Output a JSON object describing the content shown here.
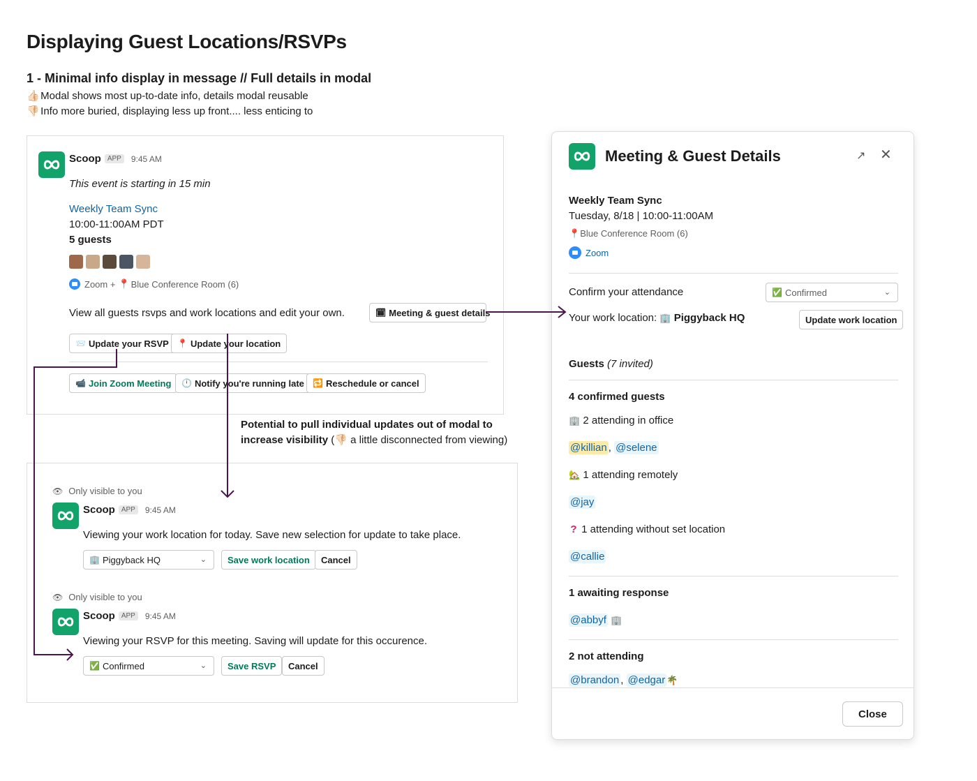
{
  "header": {
    "title": "Displaying Guest Locations/RSVPs",
    "option_title": "1 - Minimal info display in message // Full details in modal",
    "pro": "Modal shows most up-to-date info, details modal reusable",
    "con": "Info more buried, displaying less up front.... less enticing to",
    "pro_icon": "👍🏻",
    "con_icon": "👎🏻"
  },
  "message": {
    "app_name": "Scoop",
    "app_tag": "APP",
    "time": "9:45 AM",
    "intro": "This event is starting in 15 min",
    "event_title": "Weekly Team Sync",
    "event_time": "10:00-11:00AM PDT",
    "guests": "5 guests",
    "location_zoom": "Zoom +",
    "location_room": "Blue Conference Room (6)",
    "view_all": "View all guests rsvps and work locations and edit your own.",
    "details_button": "Meeting & guest details",
    "update_rsvp_button": "Update your RSVP",
    "update_location_button": "Update your location",
    "join_zoom_button": "Join Zoom Meeting",
    "notify_late_button": "Notify you're running late",
    "reschedule_button": "Reschedule or cancel"
  },
  "annotation": {
    "bold": "Potential to pull individual updates out of modal to increase visibility",
    "rest": "a little disconnected from viewing)",
    "open_paren": "(",
    "icon": "👎🏻"
  },
  "ephemeral_location": {
    "only_visible": "Only visible to you",
    "app_name": "Scoop",
    "app_tag": "APP",
    "time": "9:45 AM",
    "text": "Viewing your work location for today. Save new selection for update to take place.",
    "select_value": "Piggyback HQ",
    "save_button": "Save work location",
    "cancel_button": "Cancel"
  },
  "ephemeral_rsvp": {
    "only_visible": "Only visible to you",
    "app_name": "Scoop",
    "app_tag": "APP",
    "time": "9:45 AM",
    "text": "Viewing your RSVP for this meeting.  Saving will update for this occurence.",
    "select_value": "Confirmed",
    "save_button": "Save RSVP",
    "cancel_button": "Cancel"
  },
  "modal": {
    "title": "Meeting & Guest Details",
    "event_title": "Weekly Team Sync",
    "event_datetime": "Tuesday, 8/18 | 10:00-11:00AM",
    "room": "Blue Conference Room (6)",
    "zoom": "Zoom",
    "confirm_label": "Confirm your attendance",
    "confirm_value": "Confirmed",
    "work_location_label": "Your work location:",
    "work_location_value": "Piggyback HQ",
    "update_location_button": "Update work location",
    "guests_label": "Guests",
    "guests_invited": "(7 invited)",
    "confirmed_heading": "4 confirmed guests",
    "in_office": "2 attending in office",
    "in_office_people": [
      "@killian",
      "@selene"
    ],
    "remote": "1 attending remotely",
    "remote_people": [
      "@jay"
    ],
    "no_location": "1 attending without set location",
    "no_location_people": [
      "@callie"
    ],
    "awaiting_heading": "1 awaiting response",
    "awaiting_people": [
      "@abbyf"
    ],
    "not_attending_heading": "2 not attending",
    "not_attending_people": [
      "@brandon",
      "@edgar"
    ],
    "close_button": "Close"
  },
  "colors": {
    "brand_green": "#12a36b",
    "link_blue": "#1264a3",
    "arrow_purple": "#4a154b"
  }
}
